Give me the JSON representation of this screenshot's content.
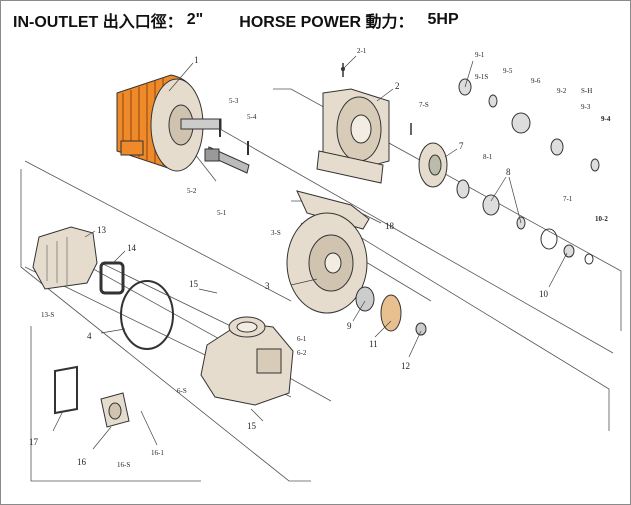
{
  "title": {
    "inlet_outlet_label": "IN-OUTLET 出入口徑：",
    "inlet_outlet_value": "2\"",
    "horsepower_label": "HORSE POWER 動力：",
    "horsepower_value": "5HP"
  },
  "callouts": {
    "c1": "1",
    "c2": "2",
    "c2_1": "2-1",
    "c3": "3",
    "c3_s": "3-S",
    "c4": "4",
    "c5_1": "5-1",
    "c5_2": "5-2",
    "c5_3": "5-3",
    "c5_4": "5-4",
    "c6_1": "6-1",
    "c6_2": "6-2",
    "c6_s": "6-S",
    "c7": "7",
    "c7_s": "7-S",
    "c7_1": "7-1",
    "c8": "8",
    "c8_1": "8-1",
    "c9": "9",
    "c9_1": "9-1",
    "c9_1s": "9-1S",
    "c9_2": "9-2",
    "c9_3": "9-3",
    "c9_4": "9-4",
    "c9_5": "9-5",
    "c9_6": "9-6",
    "cs_h": "S-H",
    "c10": "10",
    "c10_2": "10-2",
    "c11": "11",
    "c12": "12",
    "c13": "13",
    "c13_s": "13-S",
    "c14": "14",
    "c15a": "15",
    "c15b": "15",
    "c16": "16",
    "c16_1": "16-1",
    "c16_s": "16-S",
    "c17": "17",
    "c18": "18"
  },
  "colors": {
    "motor_body": "#ee8a2a",
    "part_fill": "#e6dccd",
    "line": "#333333"
  }
}
